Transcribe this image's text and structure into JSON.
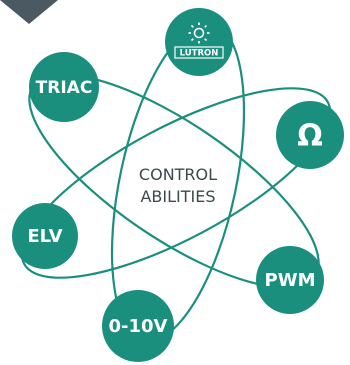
{
  "colors": {
    "accent": "#1a8f7e",
    "corner": "#4b5a62",
    "center_text": "#3a4a4a"
  },
  "center": {
    "line1": "CONTROL",
    "line2": "ABILITIES"
  },
  "nodes": {
    "lutron": {
      "label": "LUTRON",
      "icon": "lutron-logo-icon"
    },
    "triac": {
      "label": "TRIAC"
    },
    "ohm": {
      "label": "Ω"
    },
    "elv": {
      "label": "ELV"
    },
    "pwm": {
      "label": "PWM"
    },
    "zero_ten": {
      "label": "0-10V"
    }
  }
}
